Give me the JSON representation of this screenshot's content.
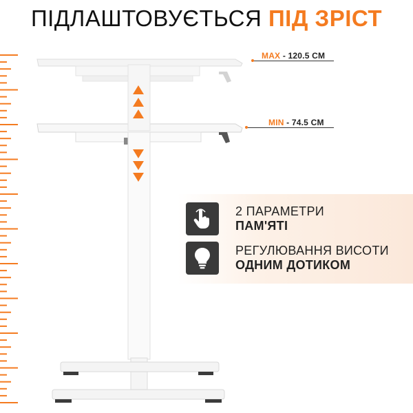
{
  "title": {
    "prefix": "ПІДЛАШТОВУЄТЬСЯ",
    "accent": "ПІД ЗРІСТ"
  },
  "max_label": {
    "tag": "MAX",
    "value": "- 120.5 CM"
  },
  "min_label": {
    "tag": "MIN",
    "value": "- 74.5 CM"
  },
  "features": [
    {
      "line1": "2 ПАРАМЕТРИ",
      "line2": "ПАМ'ЯТІ",
      "icon": "hand-pointer-icon"
    },
    {
      "line1": "РЕГУЛЮВАННЯ ВИСОТИ",
      "line2": "ОДНИМ ДОТИКОМ",
      "icon": "lightbulb-icon"
    }
  ],
  "colors": {
    "accent": "#f47b20",
    "icon_bg": "#3a3a3a",
    "panel_bg": "#fbe8da"
  }
}
